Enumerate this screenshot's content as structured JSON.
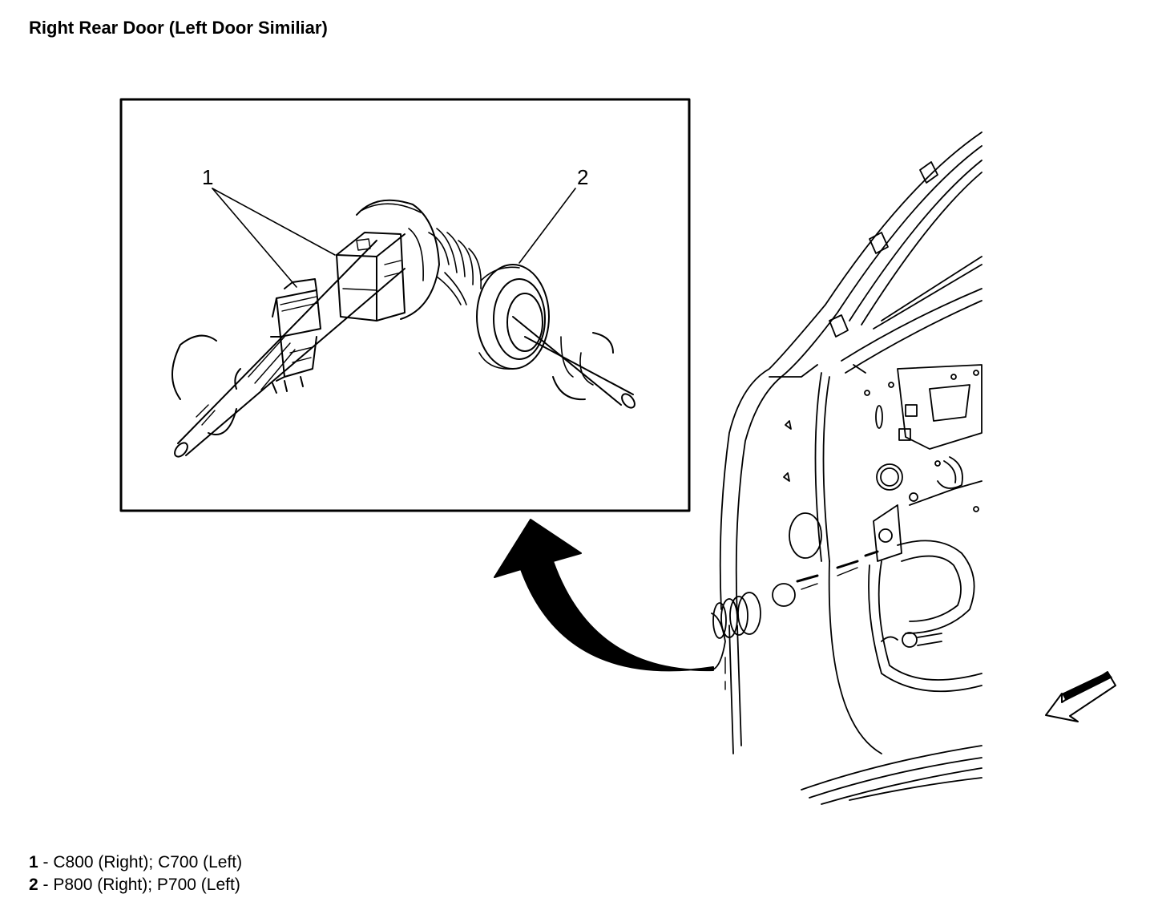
{
  "title": "Right Rear Door (Left Door Similiar)",
  "callouts": {
    "c1": "1",
    "c2": "2"
  },
  "legend": [
    {
      "num": "1",
      "sep": " - ",
      "text": "C800 (Right); C700 (Left)"
    },
    {
      "num": "2",
      "sep": " - ",
      "text": "P800 (Right); P700 (Left)"
    }
  ]
}
